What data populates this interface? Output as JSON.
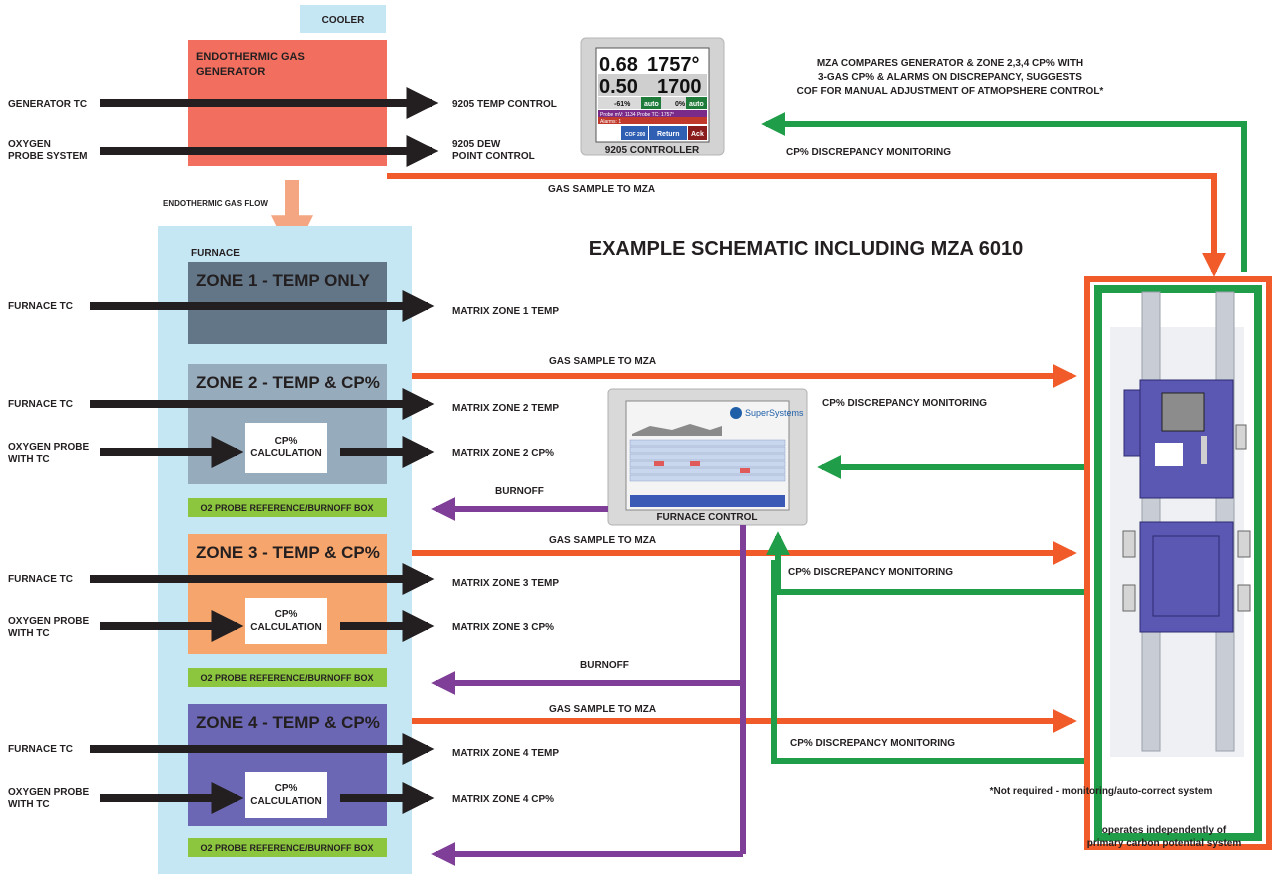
{
  "colors": {
    "black_arrow": "#231f20",
    "orange_flow": "#f15a29",
    "green_flow": "#1f9d48",
    "purple_flow": "#7f3f98",
    "furnace_bg": "#c5e6f3",
    "generator": "#f26f5f",
    "zone1": "#627688",
    "zone2": "#96abbc",
    "zone3": "#f6a56c",
    "zone4": "#6b67b5",
    "burnoff_box": "#8cc63f",
    "cooler": "#c5e6f3",
    "endo_flow_arrow": "#f4a582",
    "mza_panel": "#5b58b3"
  },
  "title": "EXAMPLE SCHEMATIC INCLUDING MZA 6010",
  "cooler": "COOLER",
  "generator": {
    "title_line1": "ENDOTHERMIC GAS",
    "title_line2": "GENERATOR",
    "input_tc": "GENERATOR TC",
    "input_o2_line1": "OXYGEN",
    "input_o2_line2": "PROBE SYSTEM",
    "out_temp": "9205 TEMP CONTROL",
    "out_dew_line1": "9205 DEW",
    "out_dew_line2": "POINT CONTROL",
    "gas_flow": "ENDOTHERMIC GAS FLOW",
    "gas_sample": "GAS SAMPLE TO MZA"
  },
  "controller_9205": {
    "row1_a": "0.68",
    "row1_b": "1757°",
    "row2_a": "0.50",
    "row2_b": "1700",
    "pct_a": "-61%",
    "auto_a": "auto",
    "pct_b": "0%",
    "auto_b": "auto",
    "probe_line": "Probe mV: 1134 Probe TC: 1757°",
    "alarm_line": "Alarms: 1",
    "cof": "COF 200",
    "return": "Return",
    "ack": "Ack",
    "caption": "9205 CONTROLLER"
  },
  "mza_note": {
    "line1": "MZA COMPARES GENERATOR &  ZONE 2,3,4 CP% WITH",
    "line2": "3-GAS CP% & ALARMS ON DISCREPANCY, SUGGESTS",
    "line3": "COF FOR MANUAL ADJUSTMENT OF ATMOPSHERE CONTROL*",
    "monitor": "CP% DISCREPANCY MONITORING"
  },
  "furnace": {
    "label": "FURNACE",
    "zones": [
      {
        "title": "ZONE 1 - TEMP ONLY",
        "input_tc": "FURNACE TC",
        "out_temp": "MATRIX ZONE 1 TEMP"
      },
      {
        "title": "ZONE 2 - TEMP & CP%",
        "input_tc": "FURNACE TC",
        "input_o2_line1": "OXYGEN PROBE",
        "input_o2_line2": "WITH TC",
        "calc_line1": "CP%",
        "calc_line2": "CALCULATION",
        "out_temp": "MATRIX ZONE 2 TEMP",
        "out_cp": "MATRIX  ZONE 2 CP%",
        "burnoff_box": "O2 PROBE  REFERENCE/BURNOFF BOX",
        "gas_sample": "GAS SAMPLE TO MZA",
        "monitor": "CP% DISCREPANCY MONITORING",
        "burnoff": "BURNOFF"
      },
      {
        "title": "ZONE 3 - TEMP & CP%",
        "input_tc": "FURNACE TC",
        "input_o2_line1": "OXYGEN PROBE",
        "input_o2_line2": "WITH TC",
        "calc_line1": "CP%",
        "calc_line2": "CALCULATION",
        "out_temp": "MATRIX ZONE 3 TEMP",
        "out_cp": "MATRIX ZONE 3 CP%",
        "burnoff_box": "O2 PROBE  REFERENCE/BURNOFF BOX",
        "gas_sample": "GAS SAMPLE TO MZA",
        "monitor": "CP% DISCREPANCY MONITORING",
        "burnoff": "BURNOFF"
      },
      {
        "title": "ZONE 4 - TEMP & CP%",
        "input_tc": "FURNACE TC",
        "input_o2_line1": "OXYGEN PROBE",
        "input_o2_line2": "WITH TC",
        "calc_line1": "CP%",
        "calc_line2": "CALCULATION",
        "out_temp": "MATRIX ZONE 4 TEMP",
        "out_cp": "MATRIX ZONE 4 CP%",
        "burnoff_box": "O2 PROBE  REFERENCE/BURNOFF BOX",
        "gas_sample": "GAS SAMPLE TO MZA",
        "monitor": "CP% DISCREPANCY MONITORING"
      }
    ]
  },
  "furnace_control": {
    "brand": "SuperSystems",
    "caption": "FURNACE CONTROL"
  },
  "footnote": {
    "line1": "*Not required - monitoring/auto-correct system",
    "line2": "operates independently of",
    "line3": "primary carbon potential system"
  }
}
